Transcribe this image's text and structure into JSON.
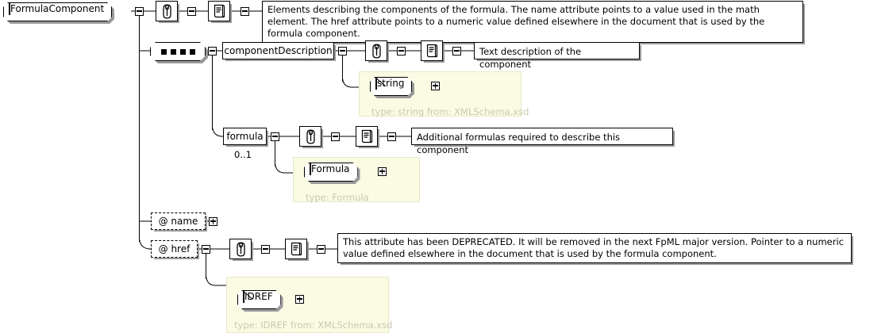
{
  "diagram": {
    "title": "FormulaComponent",
    "root": {
      "label": "FormulaComponent",
      "icon": "complex-type-square-icon",
      "toggle": "minus"
    },
    "annotation_icon": "paperclip-icon",
    "documentation_icon": "scroll-icon",
    "root_documentation": "Elements describing the components of the formula. The name attribute points to a value used in the math element. The href attribute points to a numeric value defined elsewhere in the document that is used by the formula component.",
    "compositor": {
      "type": "sequence",
      "dots": 4,
      "toggle": "minus"
    },
    "elements": [
      {
        "name": "componentDescription",
        "toggle": "minus",
        "documentation": "Text description of the component",
        "type_node": {
          "label": "string",
          "icon": "simple-type-icon",
          "toggle": "plus"
        },
        "type_caption": "type: string from: XMLSchema.xsd"
      },
      {
        "name": "formula",
        "cardinality": "0..1",
        "toggle": "minus",
        "documentation": "Additional formulas required to describe this component",
        "type_node": {
          "label": "Formula",
          "icon": "complex-type-square-icon",
          "toggle": "plus"
        },
        "type_caption": "type: Formula"
      }
    ],
    "attributes": [
      {
        "name": "@ name",
        "toggle": "plus"
      },
      {
        "name": "@ href",
        "toggle": "minus",
        "documentation": "This attribute has been DEPRECATED. It will be removed in the next FpML major version. Pointer to a numeric value defined elsewhere in the document that is used by the formula component.",
        "type_node": {
          "label": "IDREF",
          "icon": "simple-type-icon",
          "toggle": "plus"
        },
        "type_caption": "type: IDREF from: XMLSchema.xsd"
      }
    ],
    "colors": {
      "line": "#000000",
      "shadow": "#9a9a9a",
      "type_panel_bg": "#fbfbe4",
      "type_panel_border": "#e8e8c8",
      "type_caption_text": "#c9c9b0",
      "background": "#ffffff"
    }
  }
}
